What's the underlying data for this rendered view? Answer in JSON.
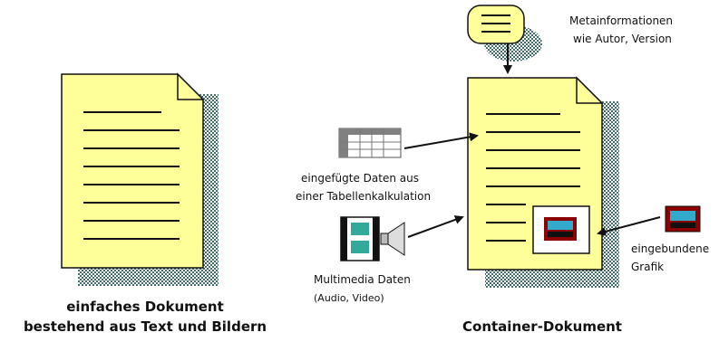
{
  "simple_doc": {
    "caption_line1": "einfaches Dokument",
    "caption_line2": "bestehend aus Text und Bildern"
  },
  "container_doc": {
    "caption": "Container-Dokument"
  },
  "metainfo": {
    "line1": "Metainformationen",
    "line2": "wie Autor, Version"
  },
  "spreadsheet": {
    "line1": "eingefügte Daten aus",
    "line2": "einer Tabellenkalkulation"
  },
  "multimedia": {
    "line1": "Multimedia Daten",
    "line2": "(Audio, Video)"
  },
  "graphic": {
    "line1": "eingebundene",
    "line2": "Grafik"
  },
  "colors": {
    "paper": "#ffff99",
    "paper_line": "#111111",
    "shadow": "#3f6f6f",
    "bubble": "#ffff99",
    "icon_frame": "#8b0000",
    "icon_screen": "#33aacc",
    "spreadsheet_header": "#808080"
  }
}
